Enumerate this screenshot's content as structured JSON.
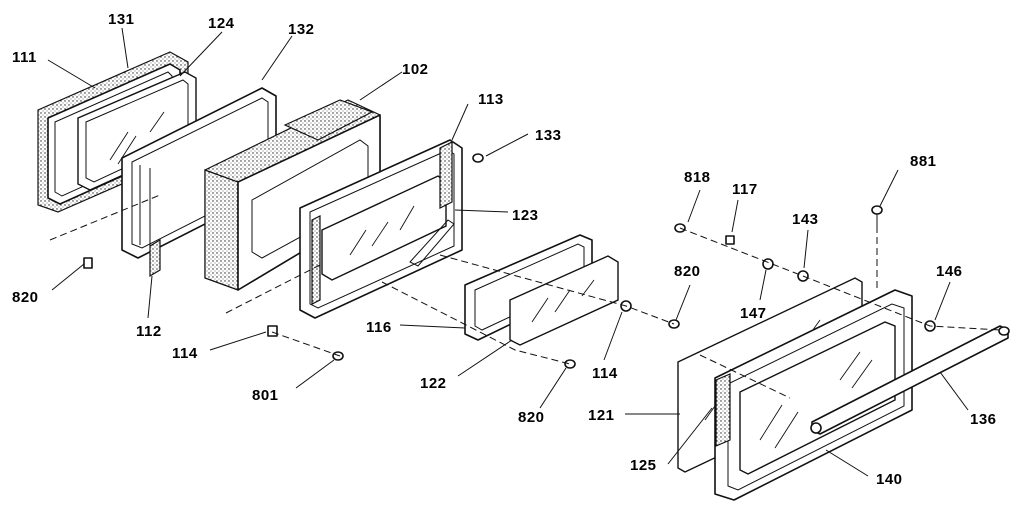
{
  "labels": [
    {
      "id": "111",
      "text": "111"
    },
    {
      "id": "131",
      "text": "131"
    },
    {
      "id": "124",
      "text": "124"
    },
    {
      "id": "132",
      "text": "132"
    },
    {
      "id": "102",
      "text": "102"
    },
    {
      "id": "113",
      "text": "113"
    },
    {
      "id": "133",
      "text": "133"
    },
    {
      "id": "123",
      "text": "123"
    },
    {
      "id": "818",
      "text": "818"
    },
    {
      "id": "117",
      "text": "117"
    },
    {
      "id": "881",
      "text": "881"
    },
    {
      "id": "143",
      "text": "143"
    },
    {
      "id": "146",
      "text": "146"
    },
    {
      "id": "820a",
      "text": "820"
    },
    {
      "id": "820b",
      "text": "820"
    },
    {
      "id": "820c",
      "text": "820"
    },
    {
      "id": "112",
      "text": "112"
    },
    {
      "id": "114a",
      "text": "114"
    },
    {
      "id": "114b",
      "text": "114"
    },
    {
      "id": "801",
      "text": "801"
    },
    {
      "id": "116",
      "text": "116"
    },
    {
      "id": "122",
      "text": "122"
    },
    {
      "id": "147",
      "text": "147"
    },
    {
      "id": "121",
      "text": "121"
    },
    {
      "id": "125",
      "text": "125"
    },
    {
      "id": "136",
      "text": "136"
    },
    {
      "id": "140",
      "text": "140"
    }
  ]
}
